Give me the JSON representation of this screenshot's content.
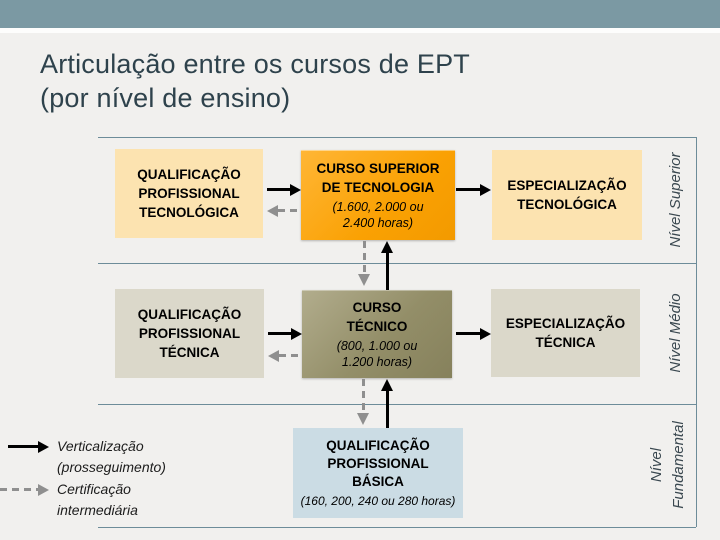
{
  "slide_title": {
    "line1": "Articulação entre os cursos de EPT",
    "line2": "(por nível de ensino)"
  },
  "levels": {
    "superior": "Nível Superior",
    "medio": "Nível Médio",
    "fundamental": "Nível\nFundamental"
  },
  "boxes": {
    "qualificacao_profissional_tecnologica": {
      "label": "QUALIFICAÇÃO\nPROFISSIONAL\nTECNOLÓGICA"
    },
    "curso_superior": {
      "label": "CURSO SUPERIOR\nDE TECNOLOGIA",
      "hours": "(1.600, 2.000 ou\n2.400 horas)"
    },
    "especializacao_tecnologica": {
      "label": "ESPECIALIZAÇÃO\nTECNOLÓGICA"
    },
    "qualificacao_profissional_tecnica": {
      "label": "QUALIFICAÇÃO\nPROFISSIONAL\nTÉCNICA"
    },
    "curso_tecnico": {
      "label": "CURSO\nTÉCNICO",
      "hours": "(800, 1.000 ou\n1.200 horas)"
    },
    "especializacao_tecnica": {
      "label": "ESPECIALIZAÇÃO\nTÉCNICA"
    },
    "qualificacao_profissional_basica": {
      "label": "QUALIFICAÇÃO\nPROFISSIONAL\nBÁSICA",
      "hours": "(160, 200, 240 ou 280 horas)"
    }
  },
  "legend": {
    "verticalizacao": "Verticalização\n(prosseguimento)",
    "certificacao": "Certificação\nintermediária"
  },
  "colors": {
    "top_bar": "#7b99a3",
    "background": "#f1f0ee",
    "title_text": "#2e424c",
    "divider_line": "#6d8c99",
    "superior_box_light": "#fce3b0",
    "superior_box_strong": "#faa103",
    "medio_box_light": "#dbd8ca",
    "medio_box_strong": "#938e68",
    "fundamental_box": "#cbdce4",
    "arrow_solid": "#000000",
    "arrow_dashed": "#8f8f8f"
  }
}
